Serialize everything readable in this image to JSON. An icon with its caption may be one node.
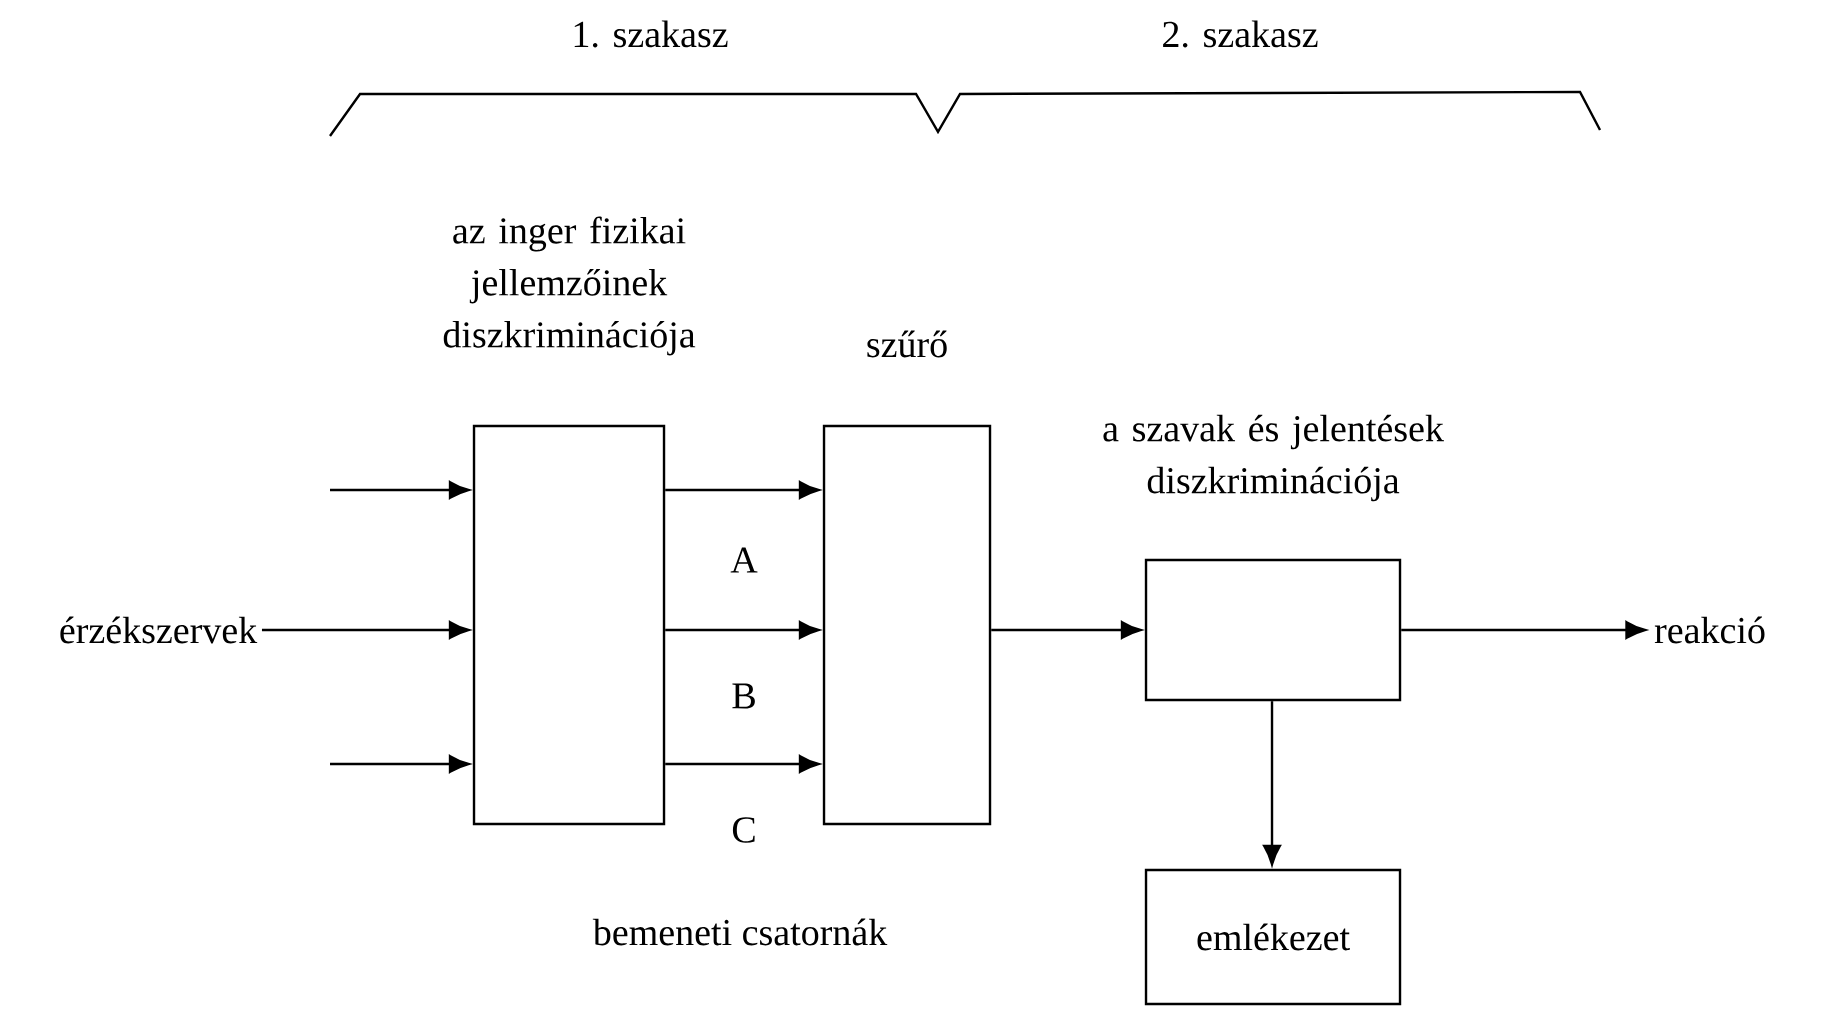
{
  "diagram": {
    "nodes": [
      {
        "text": [
          "az inger fizikai jellemzőinek diszkriminációja"
        ]
      },
      {
        "text": [
          "szűrő"
        ]
      },
      {
        "text": [
          "a szavak és jelentések diszkriminációja"
        ]
      },
      {
        "text": [
          "emlékezet"
        ]
      },
      {
        "text": [
          "érzékszervek"
        ]
      },
      {
        "text": [
          "reakció"
        ]
      }
    ],
    "edges": [
      {
        "from": null,
        "to": 0,
        "arrow": "to"
      },
      {
        "from": 4,
        "to": 0,
        "arrow": "to"
      },
      {
        "from": null,
        "to": 0,
        "arrow": "to"
      },
      {
        "from": 0,
        "to": 1,
        "arrow": "to",
        "label": "A"
      },
      {
        "from": 0,
        "to": 1,
        "arrow": "to",
        "label": "B"
      },
      {
        "from": 0,
        "to": 1,
        "arrow": "to",
        "label": "C"
      },
      {
        "from": 1,
        "to": 2,
        "arrow": "to"
      },
      {
        "from": 2,
        "to": 5,
        "arrow": "to"
      },
      {
        "from": 2,
        "to": 3,
        "arrow": "to"
      }
    ],
    "labels": [
      "1. szakasz",
      "2. szakasz",
      "bemeneti csatornák"
    ]
  }
}
